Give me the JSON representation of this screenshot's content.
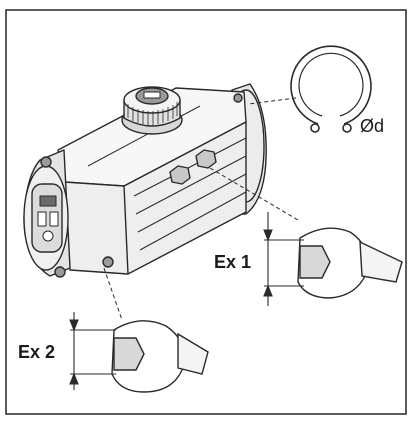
{
  "labels": {
    "ring_diameter": "Ød",
    "bolt_dim_1": "Ex 1",
    "bolt_dim_2": "Ex 2"
  },
  "colors": {
    "line": "#2a2a2a",
    "frame": "#333333",
    "background": "#ffffff",
    "light_fill": "#f2f2f2",
    "mid_fill": "#d8d8d8",
    "dark_fill": "#9a9a9a"
  },
  "icons": {
    "actuator": "pneumatic-actuator-icon",
    "ring": "circlip-ring-icon",
    "wrench": "wrench-icon"
  }
}
